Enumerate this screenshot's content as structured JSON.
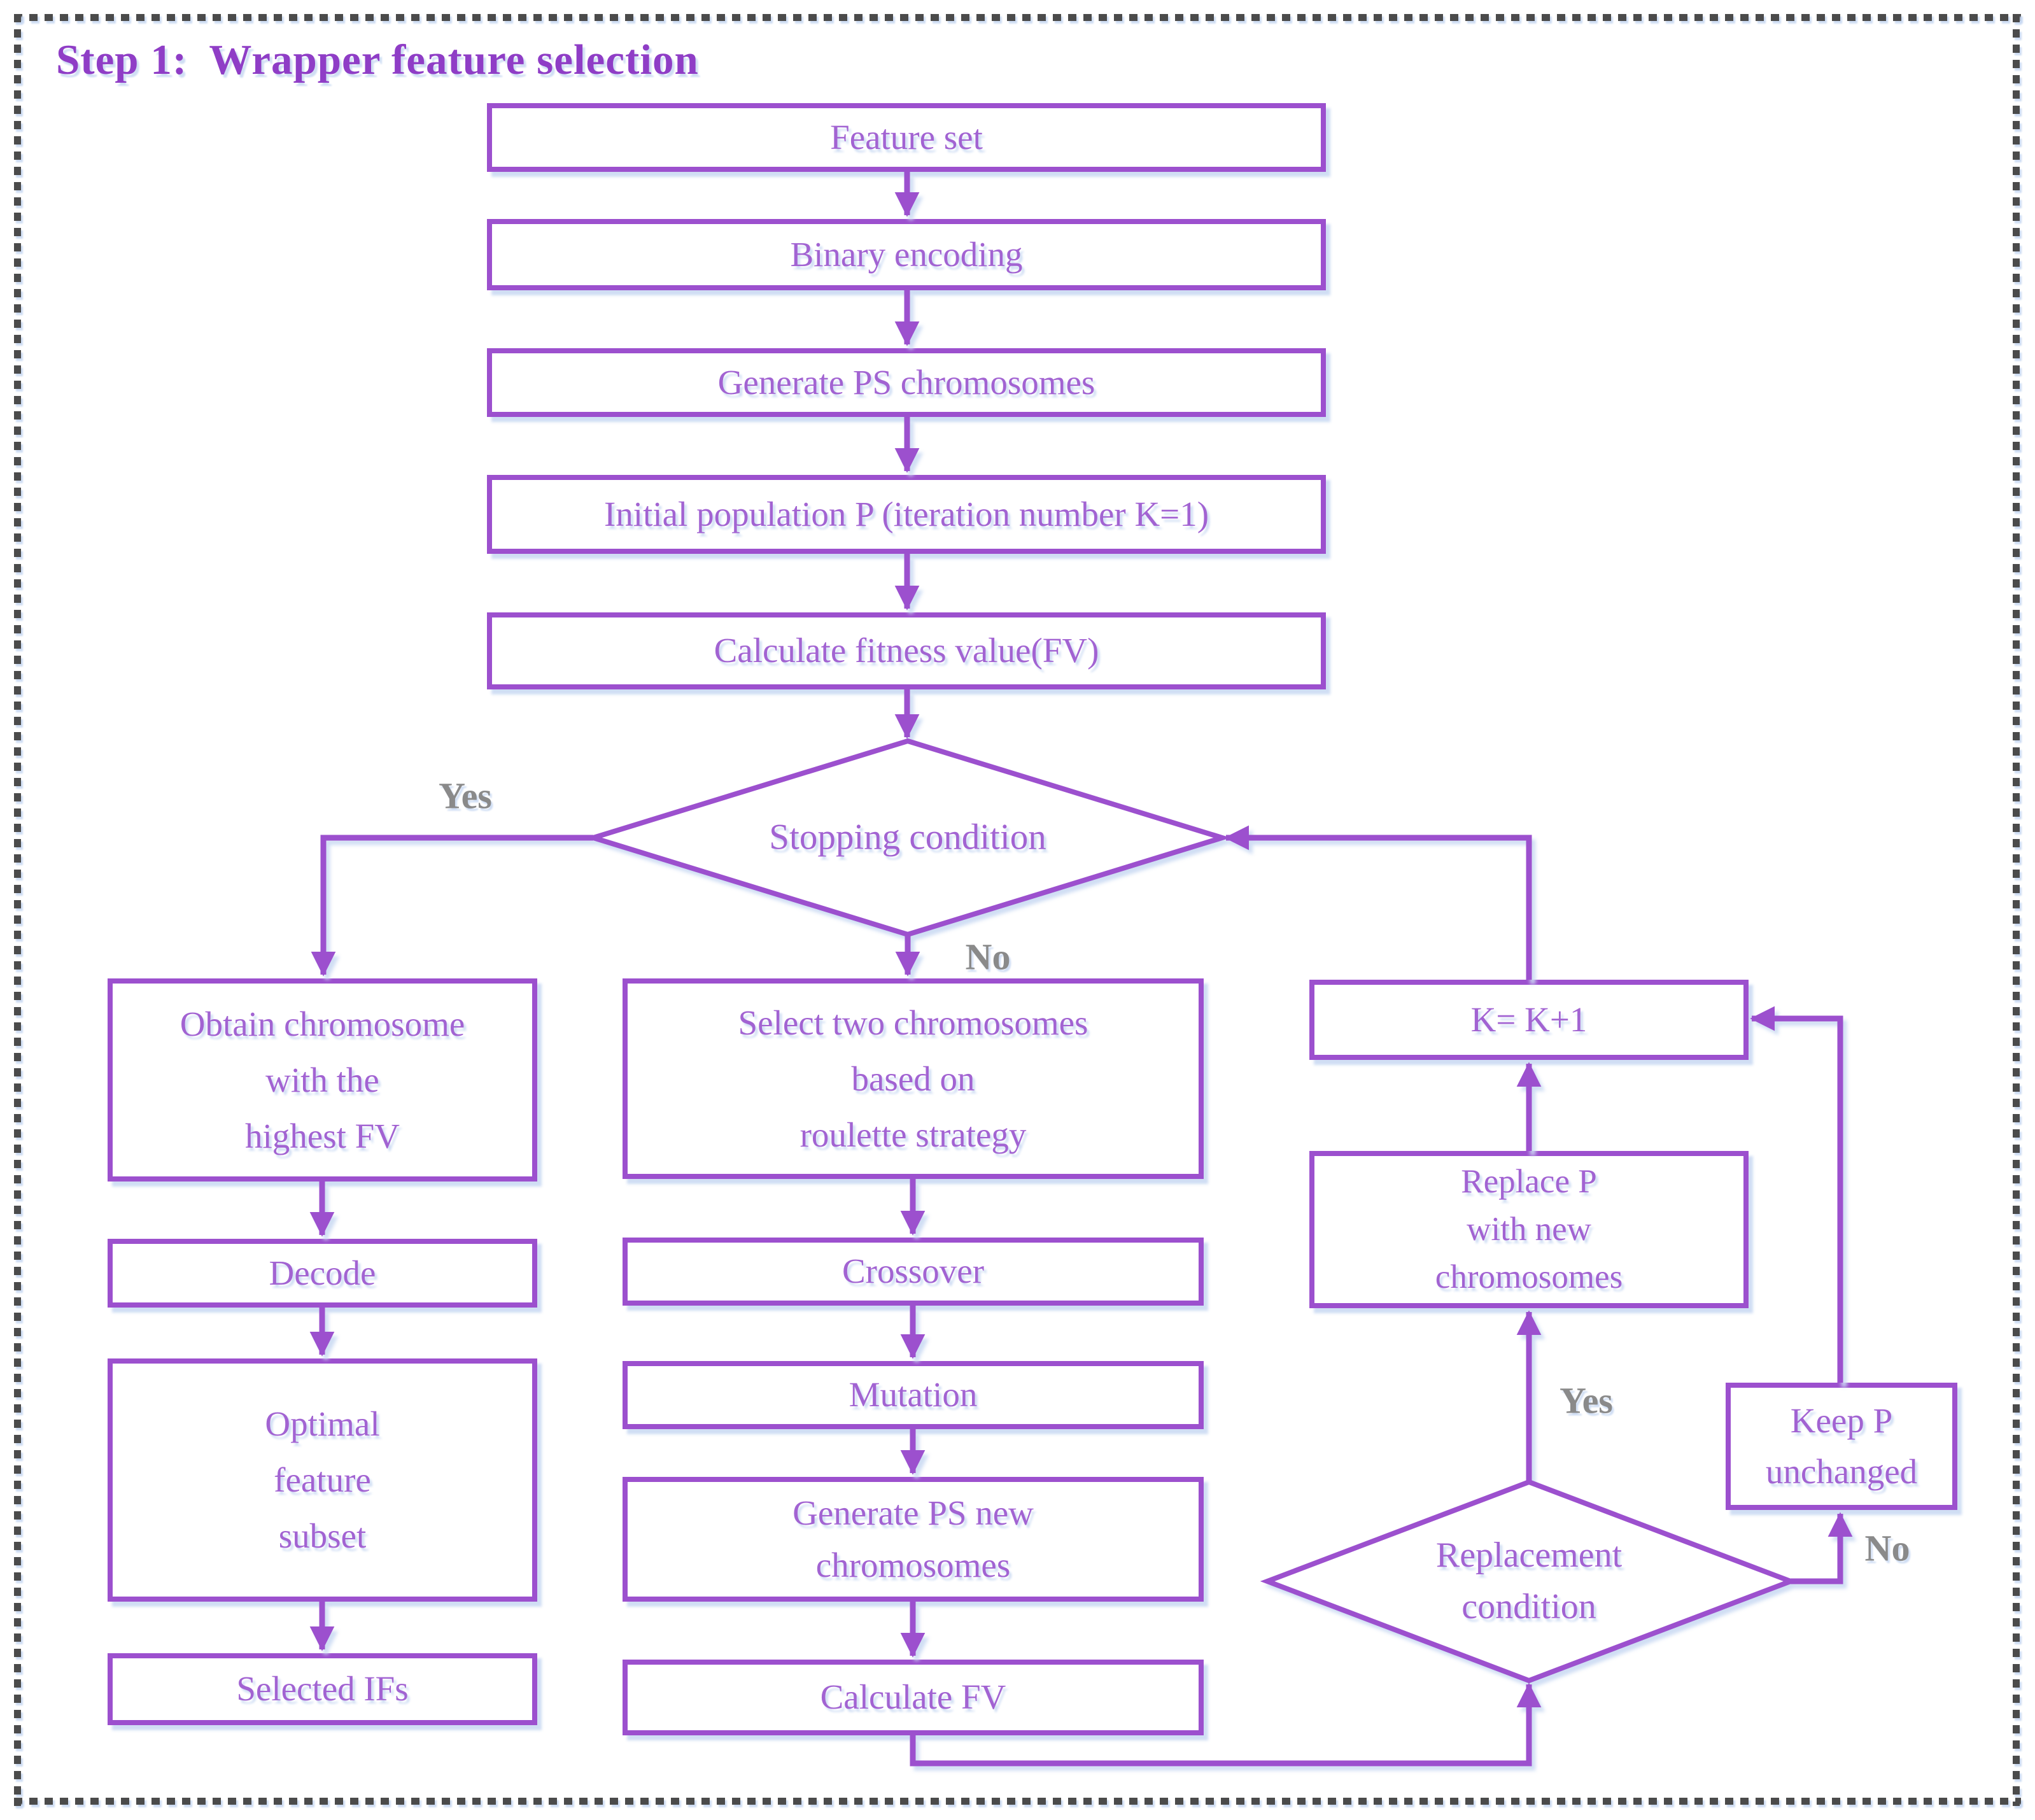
{
  "title": "Step 1:  Wrapper feature selection",
  "colors": {
    "accent": "#9C50CE",
    "node_text": "#A263D2",
    "title": "#8F3DC6",
    "edge_label": "#8A8A8A",
    "frame_dash": "#4B4B4B",
    "shadow_tint": "#D8E3F7",
    "background": "#FFFFFF"
  },
  "nodes": {
    "feature_set": "Feature set",
    "binary_encoding": "Binary encoding",
    "generate_ps": "Generate PS chromosomes",
    "initial_population": "Initial population P (iteration number K=1)",
    "calculate_fitness": "Calculate fitness value(FV)",
    "stopping_condition": "Stopping condition",
    "obtain_chromosome": "Obtain chromosome\nwith the\nhighest FV",
    "decode": "Decode",
    "optimal_subset": "Optimal\nfeature\nsubset",
    "selected_ifs": "Selected IFs",
    "select_two": "Select two chromosomes\nbased on\nroulette strategy",
    "crossover": "Crossover",
    "mutation": "Mutation",
    "generate_new": "Generate PS new\nchromosomes",
    "calculate_fv": "Calculate FV",
    "k_increment": "K= K+1",
    "replace_p": "Replace P\nwith new\nchromosomes",
    "keep_p": "Keep P\nunchanged",
    "replacement_condition": "Replacement\ncondition"
  },
  "edge_labels": {
    "stop_yes": "Yes",
    "stop_no": "No",
    "replace_yes": "Yes",
    "replace_no": "No"
  }
}
